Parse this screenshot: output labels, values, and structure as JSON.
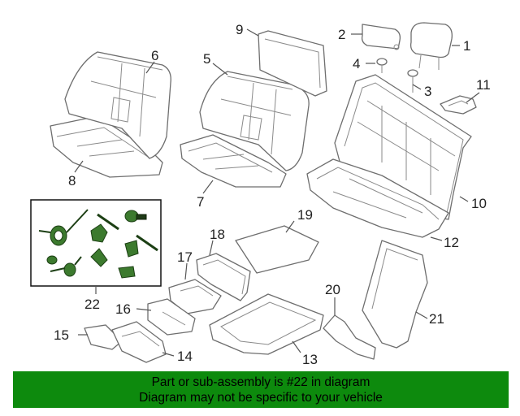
{
  "callouts": {
    "c1": "1",
    "c2": "2",
    "c3": "3",
    "c4": "4",
    "c5": "5",
    "c6": "6",
    "c7": "7",
    "c8": "8",
    "c9": "9",
    "c10": "10",
    "c11": "11",
    "c12": "12",
    "c13": "13",
    "c14": "14",
    "c15": "15",
    "c16": "16",
    "c17": "17",
    "c18": "18",
    "c19": "19",
    "c20": "20",
    "c21": "21",
    "c22": "22"
  },
  "highlighted_part": "22",
  "banner": {
    "line1": "Part or sub-assembly is #22 in diagram",
    "line2": "Diagram may not be specific to your vehicle",
    "background_color": "#0d8a0d"
  }
}
